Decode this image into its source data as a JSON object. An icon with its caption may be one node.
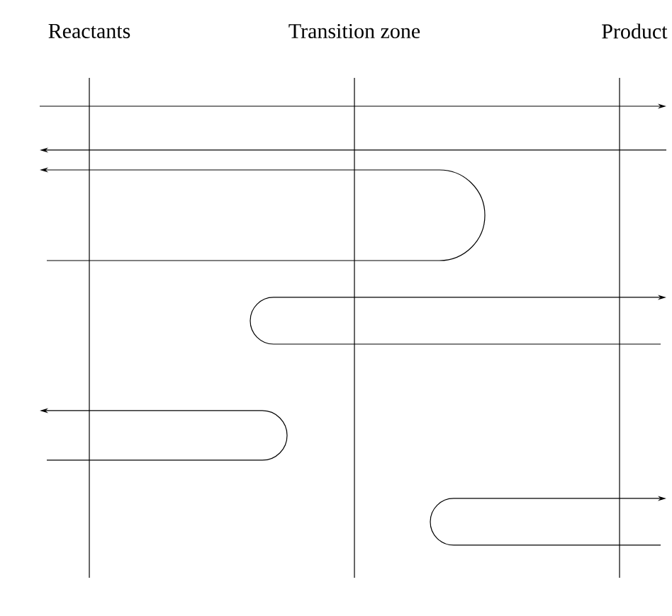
{
  "diagram": {
    "labels": [
      "Reactants",
      "Transition zone",
      "Product"
    ]
  }
}
